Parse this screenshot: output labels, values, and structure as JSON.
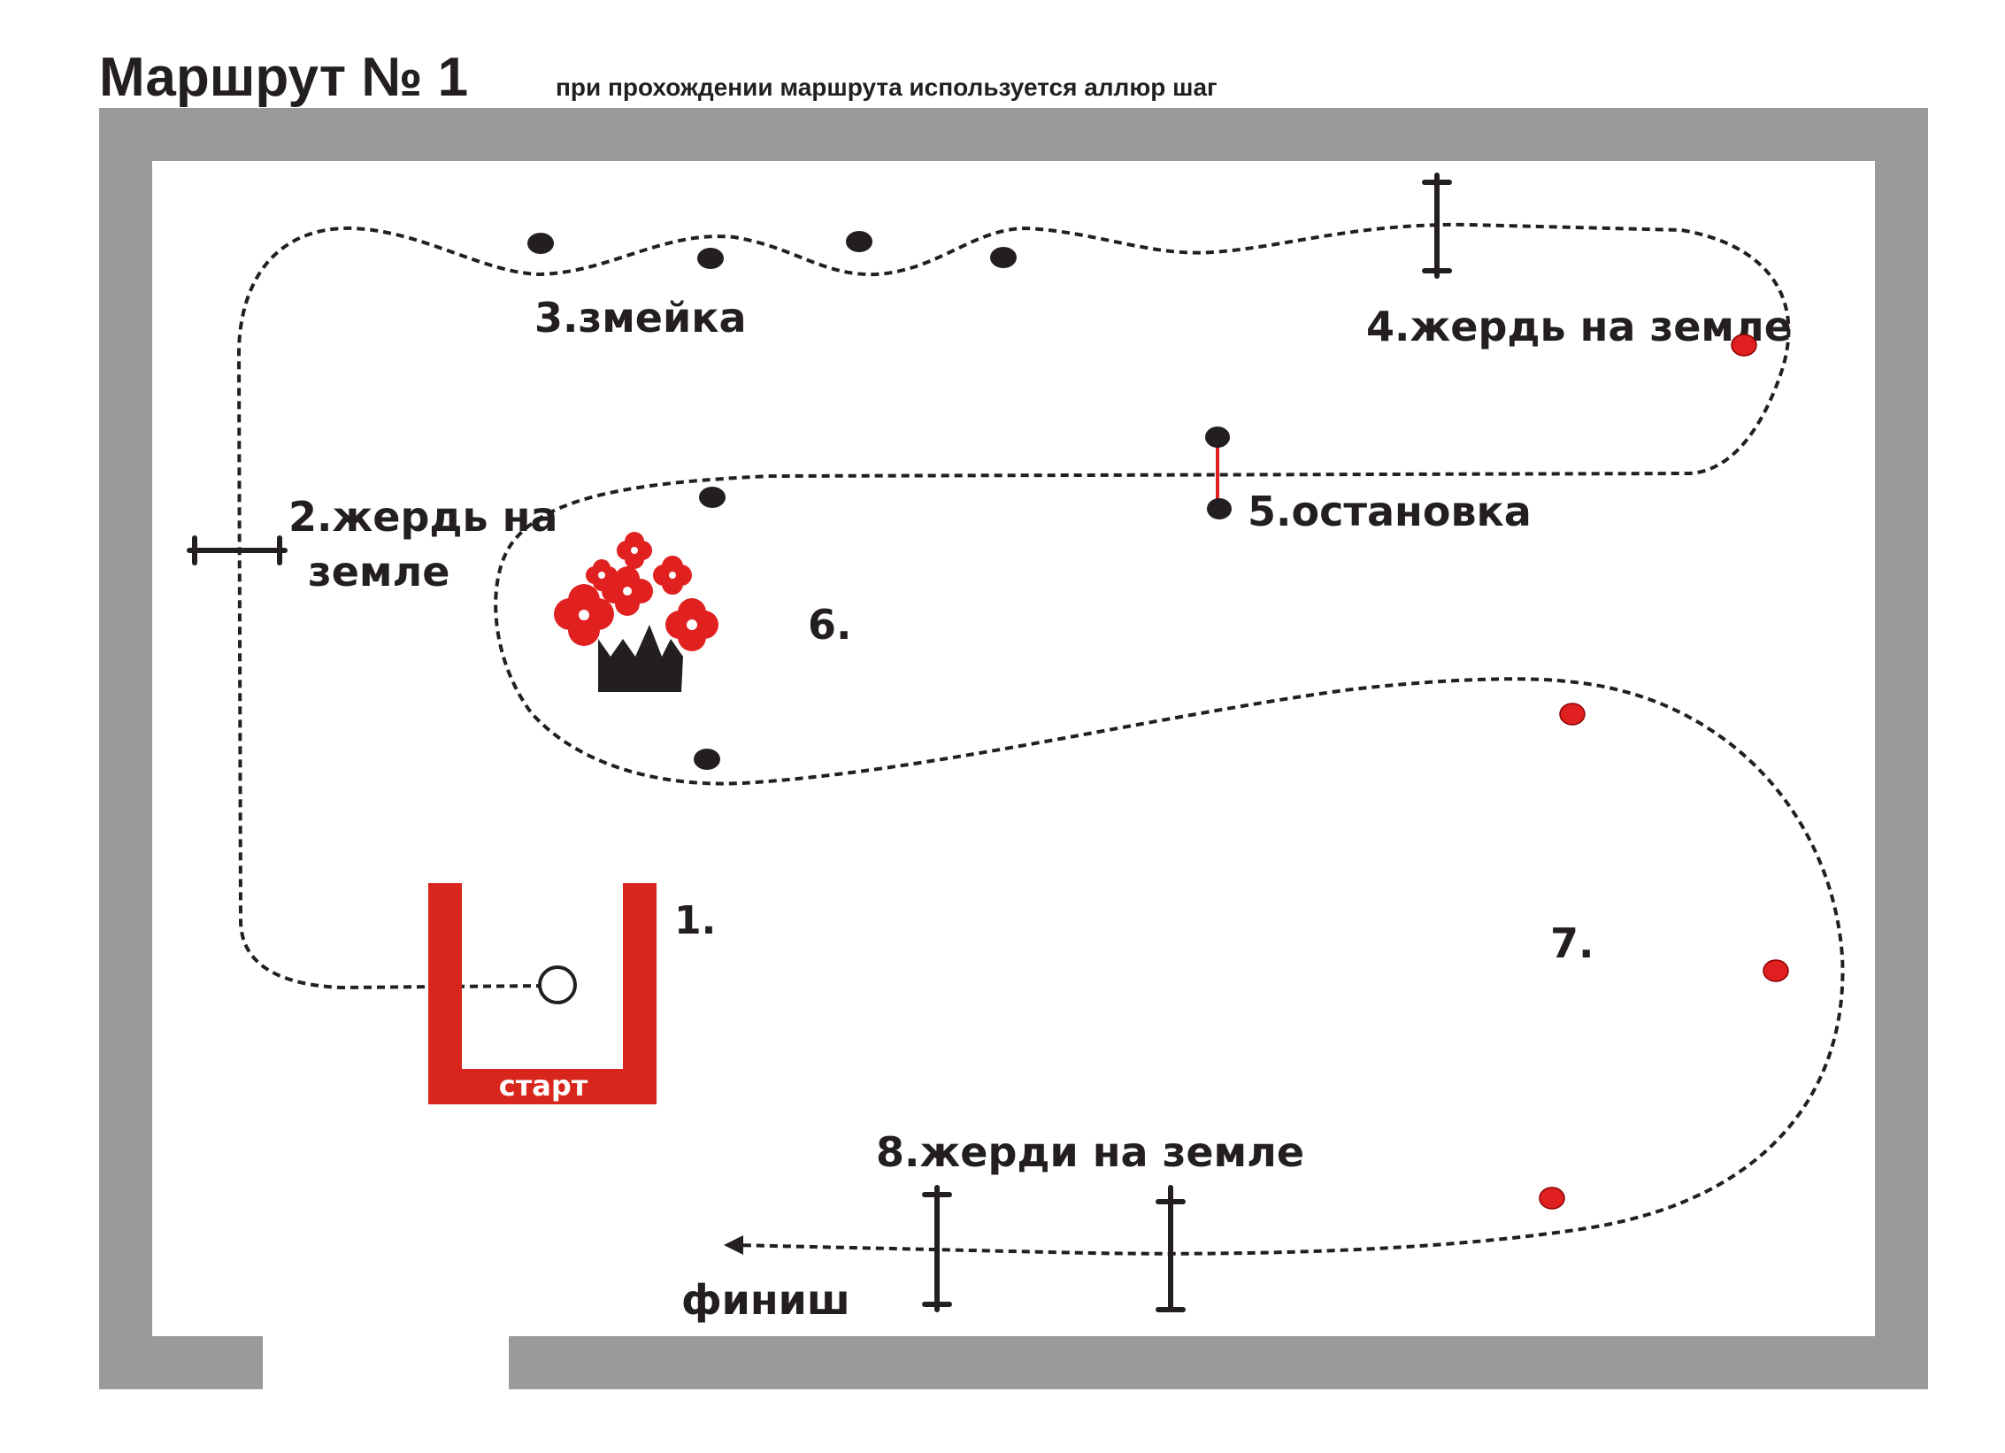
{
  "title": {
    "main": "Маршрут № 1",
    "subtitle": "при прохождении маршрута используется аллюр шаг"
  },
  "colors": {
    "arena_wall": "#9a9a9a",
    "start_box": "#d9261c",
    "path": "#231f20",
    "marker_black": "#231f20",
    "marker_red": "#e02020",
    "flower": "#e0211f",
    "pot": "#231f20"
  },
  "start_box": {
    "label": "старт"
  },
  "labels": {
    "step1": "1.",
    "step2_line1": "2.жердь на",
    "step2_line2": "земле",
    "step3": "3.змейка",
    "step4": "4.жердь на земле",
    "step5": "5.остановка",
    "step6": "6.",
    "step7": "7.",
    "step8": "8.жерди на земле",
    "finish": "финиш"
  },
  "icons": {
    "flower_pot": "flower-pot-icon",
    "start_marker": "circle-outline-icon",
    "finish_arrow": "arrow-left-icon"
  }
}
